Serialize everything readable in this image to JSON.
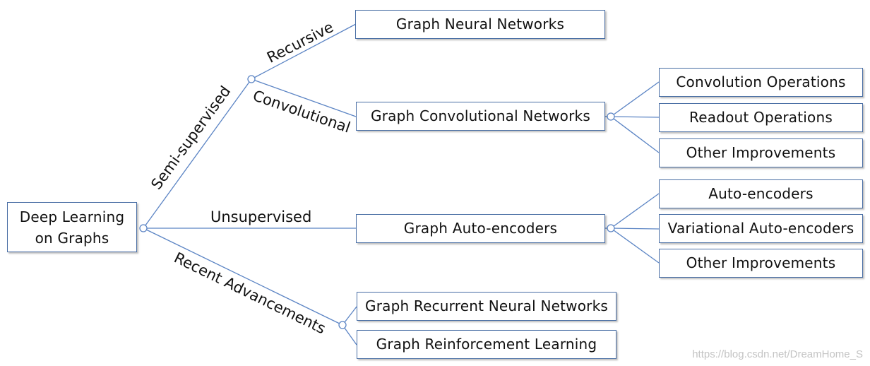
{
  "root": {
    "line1": "Deep Learning",
    "line2": "on Graphs"
  },
  "edges": {
    "semi_supervised": "Semi-supervised",
    "recursive": "Recursive",
    "convolutional": "Convolutional",
    "unsupervised": "Unsupervised",
    "recent_advancements": "Recent Advancements"
  },
  "nodes": {
    "gnn": "Graph Neural Networks",
    "gcn": "Graph Convolutional Networks",
    "gae": "Graph Auto-encoders",
    "grnn": "Graph Recurrent Neural Networks",
    "grl": "Graph Reinforcement Learning"
  },
  "gcn_children": {
    "convolution_operations": "Convolution Operations",
    "readout_operations": "Readout Operations",
    "other_improvements": "Other Improvements"
  },
  "gae_children": {
    "auto_encoders": "Auto-encoders",
    "variational_auto_encoders": "Variational Auto-encoders",
    "other_improvements": "Other Improvements"
  },
  "watermark": "https://blog.csdn.net/DreamHome_S",
  "colors": {
    "line": "#5b84c4",
    "border": "#4a6fa5"
  }
}
